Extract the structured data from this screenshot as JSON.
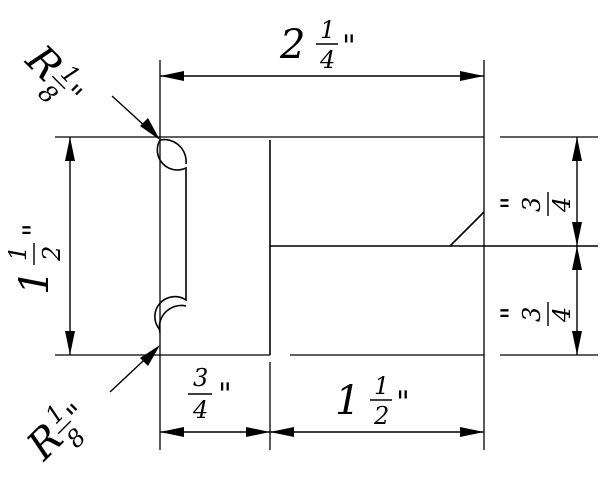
{
  "dimensions": {
    "top_width": {
      "whole": "2",
      "num": "1",
      "den": "4",
      "unit": "\""
    },
    "left_height": {
      "whole": "1",
      "num": "1",
      "den": "2",
      "unit": "\""
    },
    "bottom_left": {
      "num": "3",
      "den": "4",
      "unit": "\""
    },
    "bottom_right": {
      "whole": "1",
      "num": "1",
      "den": "2",
      "unit": "\""
    },
    "right_upper": {
      "num": "3",
      "den": "4",
      "unit": "\""
    },
    "right_lower": {
      "num": "3",
      "den": "4",
      "unit": "\""
    },
    "radius_top": {
      "prefix": "R",
      "num": "1",
      "den": "8",
      "unit": "\""
    },
    "radius_bottom": {
      "prefix": "R",
      "num": "1",
      "den": "8",
      "unit": "\""
    }
  }
}
